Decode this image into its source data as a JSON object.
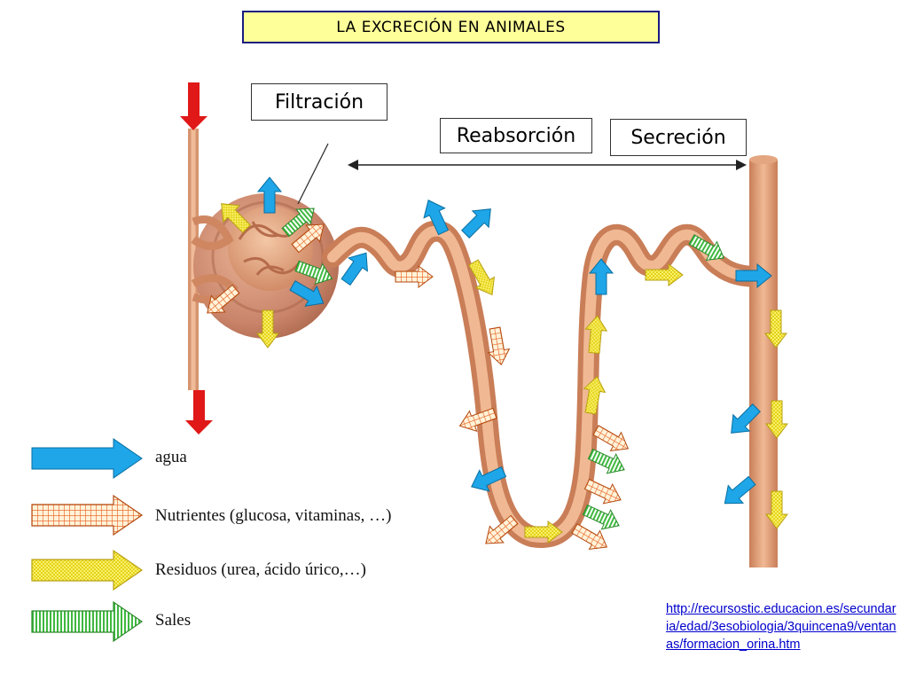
{
  "title": "LA EXCRECIÓN EN ANIMALES",
  "labels": {
    "filtracion": "Filtración",
    "reabsorcion": "Reabsorción",
    "secrecion": "Secreción"
  },
  "legend": [
    {
      "key": "agua",
      "text": "agua",
      "color": "#1ea6e8"
    },
    {
      "key": "nutrientes",
      "text": "Nutrientes (glucosa, vitaminas, …)",
      "color": "#e85a1a"
    },
    {
      "key": "residuos",
      "text": "Residuos (urea, ácido úrico,…)",
      "color": "#f2ea3a"
    },
    {
      "key": "sales",
      "text": "Sales",
      "color": "#3fb83f"
    }
  ],
  "source": "http://recursostic.educacion.es/secundaria/edad/3esobiologia/3quincena9/ventanas/formacion_orina.htm",
  "colors": {
    "tubule": "#dfa27a",
    "blood_arrow": "#e01818",
    "title_bg": "#ffff99"
  }
}
